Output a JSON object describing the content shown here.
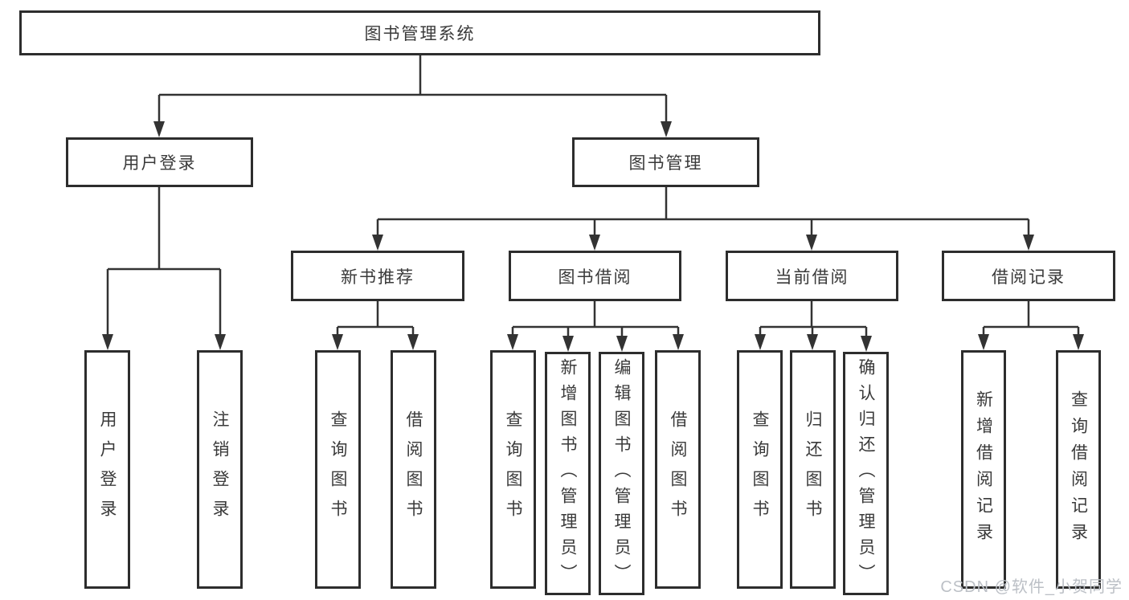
{
  "diagram": {
    "root": "图书管理系统",
    "level1": [
      {
        "label": "用户登录",
        "children": [
          {
            "label": "用户登录"
          },
          {
            "label": "注销登录"
          }
        ]
      },
      {
        "label": "图书管理",
        "children": [
          {
            "label": "新书推荐",
            "children": [
              {
                "label": "查询图书"
              },
              {
                "label": "借阅图书"
              }
            ]
          },
          {
            "label": "图书借阅",
            "children": [
              {
                "label": "查询图书"
              },
              {
                "label": "新增图书（管理员）"
              },
              {
                "label": "编辑图书（管理员）"
              },
              {
                "label": "借阅图书"
              }
            ]
          },
          {
            "label": "当前借阅",
            "children": [
              {
                "label": "查询图书"
              },
              {
                "label": "归还图书"
              },
              {
                "label": "确认归还（管理员）"
              }
            ]
          },
          {
            "label": "借阅记录",
            "children": [
              {
                "label": "新增借阅记录"
              },
              {
                "label": "查询借阅记录"
              }
            ]
          }
        ]
      }
    ]
  },
  "watermark": "CSDN @软件_小贺同学",
  "colors": {
    "line": "#333333",
    "box_border": "#2d2d2d",
    "text": "#3a3a3a",
    "watermark": "#bcc0c6",
    "background": "#ffffff"
  }
}
